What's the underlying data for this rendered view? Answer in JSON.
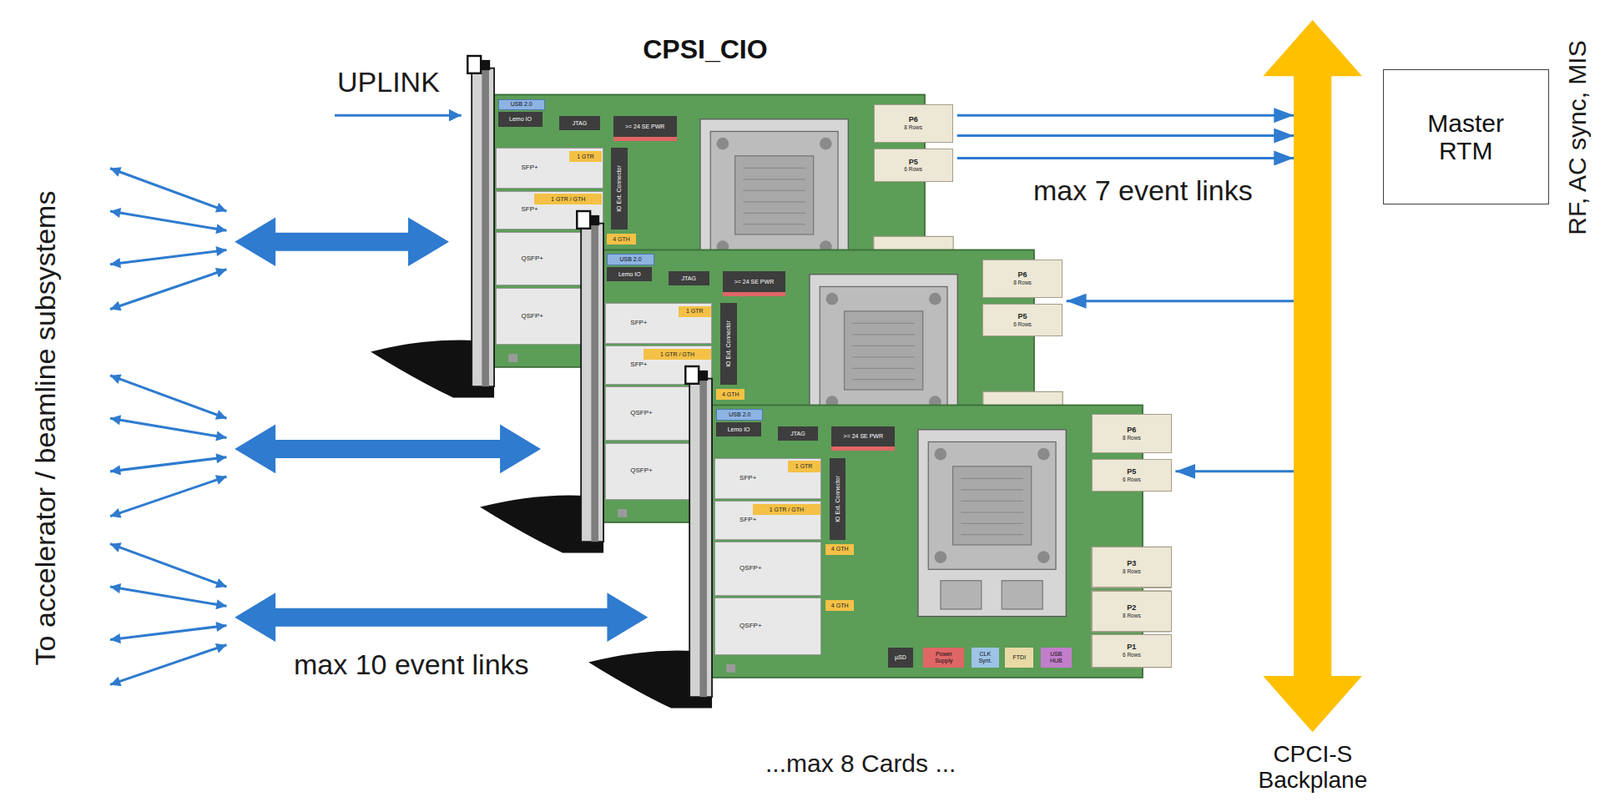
{
  "diagram": {
    "nodes": [
      {
        "text": [
          "CPSI_CIO"
        ]
      },
      {
        "text": [
          "USB 2.0"
        ],
        "in": 0
      },
      {
        "text": [
          "Lemo IO"
        ],
        "in": 0
      },
      {
        "text": [
          "JTAG"
        ],
        "in": 0
      },
      {
        "text": [
          ">= 24 SE PWR"
        ],
        "in": 0
      },
      {
        "text": [
          "IO Ext. Connector"
        ],
        "in": 0
      },
      {
        "text": [
          "SFP+"
        ],
        "in": 0
      },
      {
        "text": [
          "1 GTR"
        ],
        "in": 6
      },
      {
        "text": [
          "SFP+"
        ],
        "in": 0
      },
      {
        "text": [
          "1 GTR / GTH"
        ],
        "in": 8
      },
      {
        "text": [
          "QSFP+"
        ],
        "in": 0
      },
      {
        "text": [
          "4 GTH"
        ],
        "in": 0
      },
      {
        "text": [
          "QSFP+"
        ],
        "in": 0
      },
      {
        "text": [
          "P6",
          "8 Rows"
        ],
        "in": 0
      },
      {
        "text": [
          "P5",
          "6 Rows"
        ],
        "in": 0
      },
      {
        "text": []
      },
      {
        "text": [
          "USB 2.0"
        ],
        "in": 15
      },
      {
        "text": [
          "Lemo IO"
        ],
        "in": 15
      },
      {
        "text": [
          "JTAG"
        ],
        "in": 15
      },
      {
        "text": [
          ">= 24 SE PWR"
        ],
        "in": 15
      },
      {
        "text": [
          "IO Ext. Connector"
        ],
        "in": 15
      },
      {
        "text": [
          "SFP+"
        ],
        "in": 15
      },
      {
        "text": [
          "1 GTR"
        ],
        "in": 21
      },
      {
        "text": [
          "SFP+"
        ],
        "in": 15
      },
      {
        "text": [
          "1 GTR / GTH"
        ],
        "in": 23
      },
      {
        "text": [
          "QSFP+"
        ],
        "in": 15
      },
      {
        "text": [
          "4 GTH"
        ],
        "in": 15
      },
      {
        "text": [
          "QSFP+"
        ],
        "in": 15
      },
      {
        "text": [
          "P6",
          "8 Rows"
        ],
        "in": 15
      },
      {
        "text": [
          "P5",
          "6 Rows"
        ],
        "in": 15
      },
      {
        "text": []
      },
      {
        "text": [
          "USB 2.0"
        ],
        "in": 30
      },
      {
        "text": [
          "Lemo IO"
        ],
        "in": 30
      },
      {
        "text": [
          "JTAG"
        ],
        "in": 30
      },
      {
        "text": [
          ">= 24 SE PWR"
        ],
        "in": 30
      },
      {
        "text": [
          "IO Ext. Connector"
        ],
        "in": 30
      },
      {
        "text": [
          "SFP+"
        ],
        "in": 30
      },
      {
        "text": [
          "1 GTR"
        ],
        "in": 36
      },
      {
        "text": [
          "SFP+"
        ],
        "in": 30
      },
      {
        "text": [
          "1 GTR / GTH"
        ],
        "in": 38
      },
      {
        "text": [
          "QSFP+"
        ],
        "in": 30
      },
      {
        "text": [
          "4 GTH"
        ],
        "in": 30
      },
      {
        "text": [
          "QSFP+"
        ],
        "in": 30
      },
      {
        "text": [
          "4 GTH"
        ],
        "in": 30
      },
      {
        "text": [
          "P6",
          "8 Rows"
        ],
        "in": 30
      },
      {
        "text": [
          "P5",
          "6 Rows"
        ],
        "in": 30
      },
      {
        "text": [
          "P3",
          "8 Rows"
        ],
        "in": 30
      },
      {
        "text": [
          "P2",
          "8 Rows"
        ],
        "in": 30
      },
      {
        "text": [
          "P1",
          "6 Rows"
        ],
        "in": 30
      },
      {
        "text": [
          "µSD"
        ],
        "in": 30
      },
      {
        "text": [
          "Power Supply"
        ],
        "in": 30
      },
      {
        "text": [
          "CLK Synt."
        ],
        "in": 30
      },
      {
        "text": [
          "FTDI"
        ],
        "in": 30
      },
      {
        "text": [
          "USB HUB"
        ],
        "in": 30
      },
      {
        "text": [
          "CPCI-S Backplane"
        ]
      },
      {
        "text": [
          "Master RTM"
        ]
      }
    ],
    "edges": [
      {
        "from": 0,
        "to": 54,
        "arrow": "to"
      },
      {
        "from": 0,
        "to": 54,
        "arrow": "to"
      },
      {
        "from": 0,
        "to": 54,
        "arrow": "to"
      },
      {
        "from": 54,
        "to": 15,
        "arrow": "to"
      },
      {
        "from": 54,
        "to": 30,
        "arrow": "to"
      }
    ],
    "labels": [
      "UPLINK",
      "max 7 event links",
      "max 10 event links",
      "...max 8 Cards ...",
      "To accelerator / beamline subsystems",
      "RF, AC sync, MIS"
    ]
  }
}
